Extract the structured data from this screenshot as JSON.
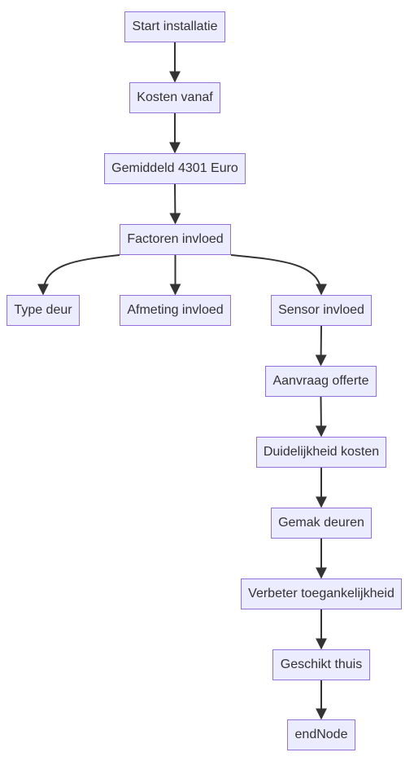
{
  "colors": {
    "node_fill": "#ececff",
    "node_border": "#9370db",
    "text": "#333333",
    "edge": "#333333"
  },
  "nodes": {
    "start": {
      "label": "Start installatie"
    },
    "kosten": {
      "label": "Kosten vanaf"
    },
    "gemiddeld": {
      "label": "Gemiddeld 4301 Euro"
    },
    "factoren": {
      "label": "Factoren invloed"
    },
    "type_deur": {
      "label": "Type deur"
    },
    "afmeting": {
      "label": "Afmeting invloed"
    },
    "sensor": {
      "label": "Sensor invloed"
    },
    "aanvraag": {
      "label": "Aanvraag offerte"
    },
    "duidelijkheid": {
      "label": "Duidelijkheid kosten"
    },
    "gemak": {
      "label": "Gemak deuren"
    },
    "verbeter": {
      "label": "Verbeter toegankelijkheid"
    },
    "geschikt": {
      "label": "Geschikt thuis"
    },
    "end": {
      "label": "endNode"
    }
  },
  "edges": [
    {
      "from": "start",
      "to": "kosten"
    },
    {
      "from": "kosten",
      "to": "gemiddeld"
    },
    {
      "from": "gemiddeld",
      "to": "factoren"
    },
    {
      "from": "factoren",
      "to": "type_deur"
    },
    {
      "from": "factoren",
      "to": "afmeting"
    },
    {
      "from": "factoren",
      "to": "sensor"
    },
    {
      "from": "sensor",
      "to": "aanvraag"
    },
    {
      "from": "aanvraag",
      "to": "duidelijkheid"
    },
    {
      "from": "duidelijkheid",
      "to": "gemak"
    },
    {
      "from": "gemak",
      "to": "verbeter"
    },
    {
      "from": "verbeter",
      "to": "geschikt"
    },
    {
      "from": "geschikt",
      "to": "end"
    }
  ]
}
